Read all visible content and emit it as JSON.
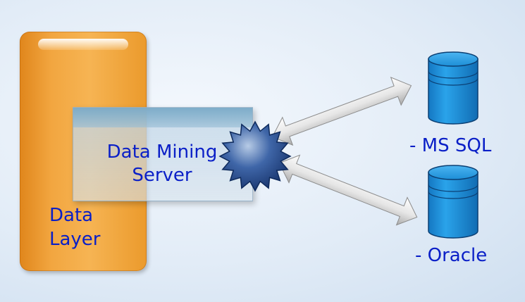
{
  "diagram": {
    "data_layer": {
      "label": "Data\nLayer"
    },
    "server": {
      "label": "Data Mining\nServer"
    },
    "databases": [
      {
        "label": "- MS SQL"
      },
      {
        "label": "- Oracle"
      }
    ]
  },
  "colors": {
    "text": "#0a1fc7",
    "data_layer_fill": "#f2a640",
    "database_fill": "#1d8ed6",
    "connector_fill": "#2a4f8f",
    "arrow_fill": "#e2e2e2"
  }
}
